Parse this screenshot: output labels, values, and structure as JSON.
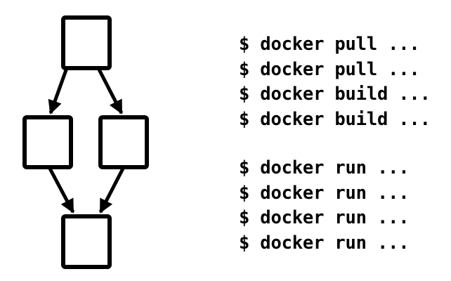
{
  "diagram": {
    "nodes": [
      {
        "id": "top"
      },
      {
        "id": "left"
      },
      {
        "id": "right"
      },
      {
        "id": "bottom"
      }
    ],
    "edges": [
      {
        "from": "top",
        "to": "left"
      },
      {
        "from": "top",
        "to": "right"
      },
      {
        "from": "left",
        "to": "bottom"
      },
      {
        "from": "right",
        "to": "bottom"
      }
    ],
    "colors": {
      "stroke": "#000000",
      "fill": "#ffffff"
    }
  },
  "commands": {
    "build_group": [
      "$ docker pull ...",
      "$ docker pull ...",
      "$ docker build ...",
      "$ docker build ..."
    ],
    "run_group": [
      "$ docker run ...",
      "$ docker run ...",
      "$ docker run ...",
      "$ docker run ..."
    ]
  }
}
